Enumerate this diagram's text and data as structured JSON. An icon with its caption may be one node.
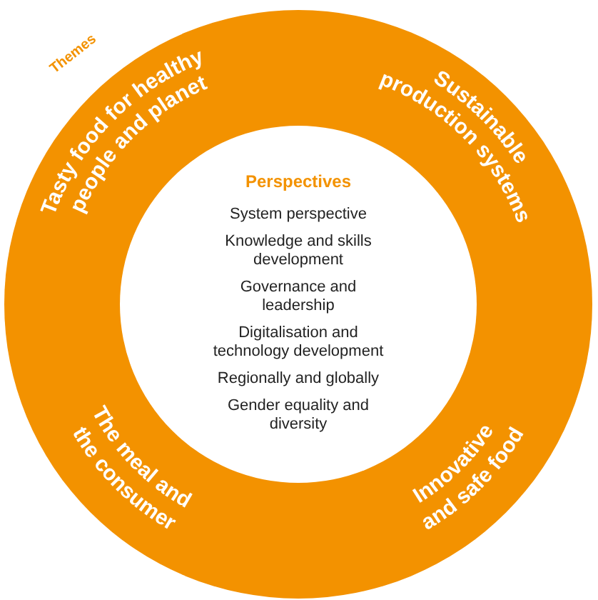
{
  "diagram": {
    "nodes": [
      {
        "text": [
          "Themes"
        ]
      },
      {
        "text": [
          "Tasty food for healthy people and planet"
        ],
        "in": 0
      },
      {
        "text": [
          "Sustainable production systems"
        ],
        "in": 0
      },
      {
        "text": [
          "The meal and the consumer"
        ],
        "in": 0
      },
      {
        "text": [
          "Innovative and safe food"
        ],
        "in": 0
      },
      {
        "text": [
          "Perspectives",
          "System perspective",
          "Knowledge and skills development",
          "Governance and leadership",
          "Digitalisation and technology development",
          "Regionally and globally",
          "Gender equality and diversity"
        ],
        "in": 0
      }
    ],
    "edges": []
  }
}
